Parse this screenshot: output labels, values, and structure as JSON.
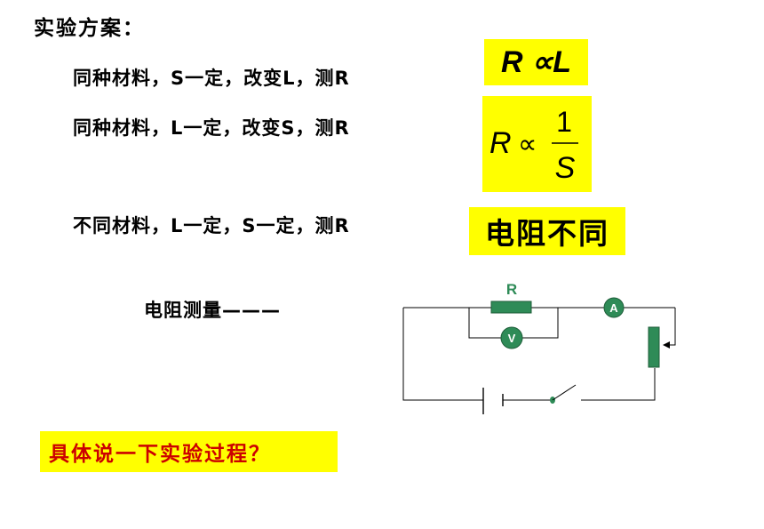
{
  "slide": {
    "title": "实验方案：",
    "lines": [
      "同种材料，S一定，改变L，测R",
      "同种材料，L一定，改变S，测R",
      "不同材料，L一定，S一定，测R"
    ],
    "formula1": "R ∝L",
    "formula2": {
      "lhs": "R",
      "prop": "∝",
      "numerator": "1",
      "denominator": "S"
    },
    "formula3": "电阻不同",
    "measurement_label": "电阻测量———",
    "question": "具体说一下实验过程？"
  },
  "circuit": {
    "resistor_label": "R",
    "ammeter_label": "A",
    "voltmeter_label": "V",
    "component_color": "#2e8b57"
  }
}
